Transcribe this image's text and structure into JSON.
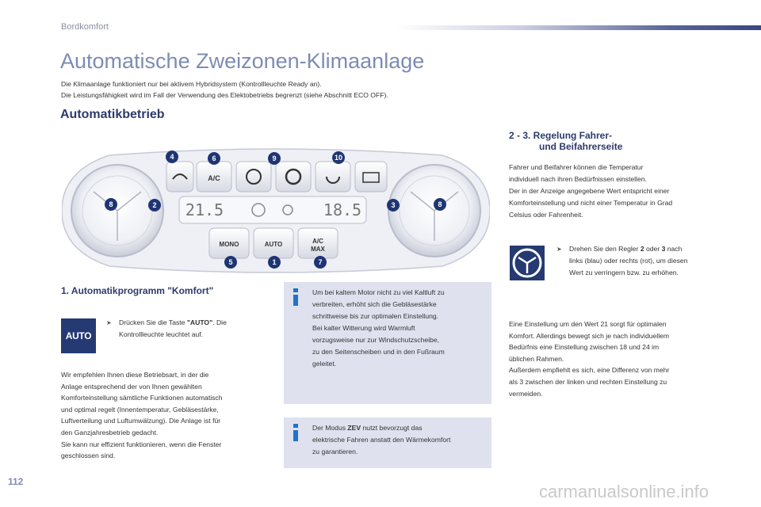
{
  "header": {
    "section": "Bordkomfort"
  },
  "title": "Automatische Zweizonen-Klimaanlage",
  "intro": [
    "Die Klimaanlage funktioniert nur bei aktivem Hybridsystem (Kontrollleuchte Ready an).",
    "Die Leistungsfähigkeit wird im Fall der Verwendung des Elektobetriebs begrenzt (siehe Abschnitt ECO OFF)."
  ],
  "section_title": "Automatikbetrieb",
  "panel": {
    "buttons": {
      "ac": "A/C",
      "mono": "MONO",
      "auto": "AUTO",
      "acmax_line1": "A/C",
      "acmax_line2": "MAX"
    },
    "display": {
      "left_temp": "21.5",
      "right_temp": "18.5"
    },
    "callouts": [
      "4",
      "6",
      "9",
      "10",
      "8",
      "2",
      "3",
      "8",
      "5",
      "1",
      "7"
    ]
  },
  "comfort": {
    "title": "1. Automatikprogramm \"Komfort\"",
    "icon_label": "AUTO",
    "bullet_prefix": "Drücken Sie die Taste ",
    "bullet_bold": "\"AUTO\"",
    "bullet_suffix": ". Die",
    "bullet_line2": "Kontrollleuchte leuchtet auf.",
    "paragraph": [
      "Wir empfehlen Ihnen diese Betriebsart, in der die",
      "Anlage entsprechend der von Ihnen gewählten",
      "Komforteinstellung sämtliche Funktionen automatisch",
      "und optimal regelt (Innentemperatur, Gebläsestärke,",
      "Luftverteilung und Luftumwälzung). Die Anlage ist für",
      "den Ganzjahresbetrieb gedacht.",
      "Sie kann nur effizient funktionieren, wenn die Fenster",
      "geschlossen sind."
    ]
  },
  "info1": [
    "Um bei kaltem Motor nicht zu viel Kaltluft zu",
    "verbreiten, erhöht sich die Gebläsestärke",
    "schrittweise bis zur optimalen Einstellung.",
    "Bei kalter Witterung wird Warmluft",
    "vorzugsweise nur zur Windschutzscheibe,",
    "zu den Seitenscheiben und in den Fußraum",
    "geleitet."
  ],
  "info2": {
    "prefix": "Der Modus ",
    "bold": "ZEV",
    "suffix": " nutzt bevorzugt das",
    "line2": "elektrische Fahren anstatt den Wärmekomfort",
    "line3": "zu garantieren."
  },
  "regulation": {
    "title_line1": "2 - 3. Regelung Fahrer-",
    "title_line2": "und Beifahrerseite",
    "text": [
      "Fahrer und Beifahrer können die Temperatur",
      "individuell nach ihren Bedürfnissen einstellen.",
      "Der in der Anzeige angegebene Wert entspricht einer",
      "Komforteinstellung und nicht einer Temperatur in Grad",
      "Celsius oder Fahrenheit."
    ],
    "bullet_prefix": "Drehen Sie den Regler ",
    "bullet_b1": "2",
    "bullet_mid": " oder ",
    "bullet_b2": "3",
    "bullet_suffix": " nach",
    "bullet_line2": "links (blau) oder rechts (rot), um diesen",
    "bullet_line3": "Wert zu verringern bzw. zu erhöhen.",
    "text2": [
      "Eine Einstellung um den Wert 21 sorgt für optimalen",
      "Komfort. Allerdings bewegt sich je nach individuellem",
      "Bedürfnis eine Einstellung zwischen 18 und 24 im",
      "üblichen Rahmen.",
      "Außerdem empfiehlt es sich, eine Differenz von mehr",
      "als 3 zwischen der linken und rechten Einstellung zu",
      "vermeiden."
    ]
  },
  "page_number": "112",
  "watermark": "carmanualsonline.info"
}
